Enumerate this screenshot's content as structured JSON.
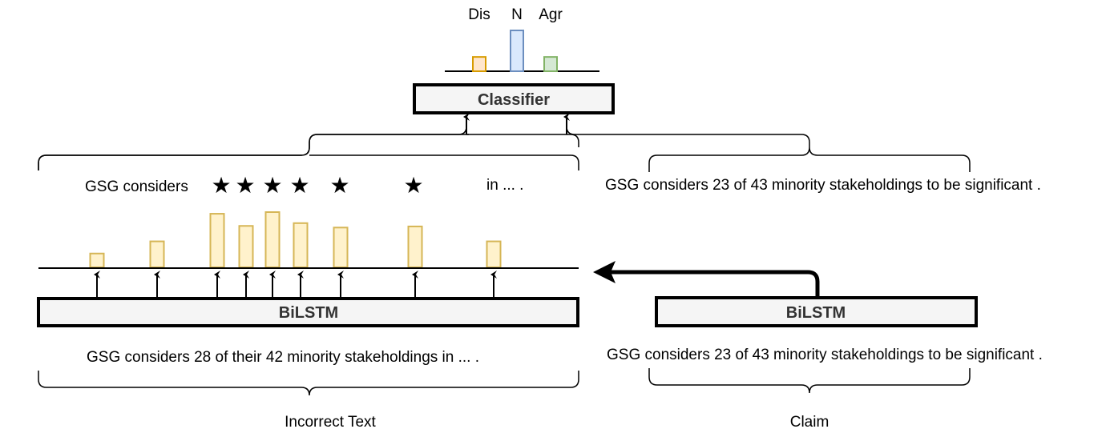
{
  "output_labels": {
    "dis": "Dis",
    "n": "N",
    "agr": "Agr"
  },
  "output_scores": {
    "dis": 0.35,
    "n": 1.0,
    "agr": 0.35
  },
  "classifier": {
    "label": "Classifier"
  },
  "left_masked": {
    "prefix": "GSG considers",
    "suffix": "in ... ."
  },
  "right_claim_top": {
    "text": "GSG considers 23 of 43 minority stakeholdings to be significant ."
  },
  "attention": {
    "weights": [
      0.25,
      0.47,
      0.97,
      0.75,
      1.0,
      0.8,
      0.72,
      0.74,
      0.47
    ]
  },
  "bilstm_left": {
    "label": "BiLSTM"
  },
  "bilstm_right": {
    "label": "BiLSTM"
  },
  "incorrect_sentence": {
    "text": "GSG considers 28  of their 42 minority stakeholdings in ... ."
  },
  "claim_sentence": {
    "text": "GSG considers 23 of 43 minority stakeholdings to be significant ."
  },
  "captions": {
    "left": "Incorrect Text",
    "right": "Claim"
  },
  "colors": {
    "attention_fill": "#fff2cc",
    "attention_stroke": "#d6b656",
    "dis_fill": "#ffe6cc",
    "dis_stroke": "#d79b00",
    "n_fill": "#dae8fc",
    "n_stroke": "#6c8ebf",
    "agr_fill": "#d5e8d4",
    "agr_stroke": "#82b366",
    "box_fill": "#f5f5f5"
  }
}
